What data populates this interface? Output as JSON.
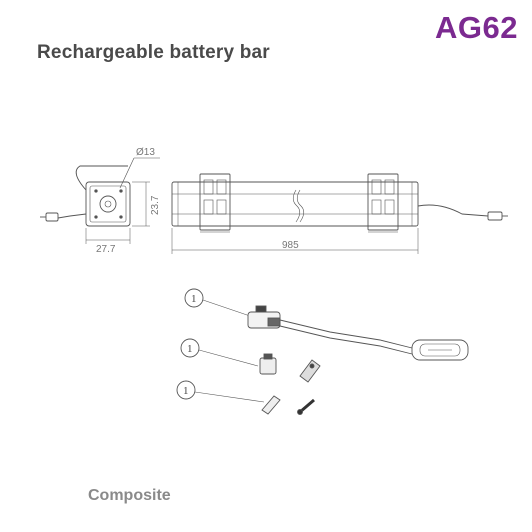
{
  "header": {
    "product_code": "AG62",
    "title": "Rechargeable battery bar"
  },
  "drawing": {
    "diameter_label": "Ø13",
    "end_width_label": "27.7",
    "end_height_label": "23.7",
    "length_label": "985",
    "callouts": [
      "1",
      "1",
      "1"
    ]
  },
  "footer": {
    "label": "Composite"
  },
  "colors": {
    "accent": "#7b2a90",
    "text": "#4a4a4a",
    "muted": "#8a8a8a",
    "line": "#555555"
  }
}
